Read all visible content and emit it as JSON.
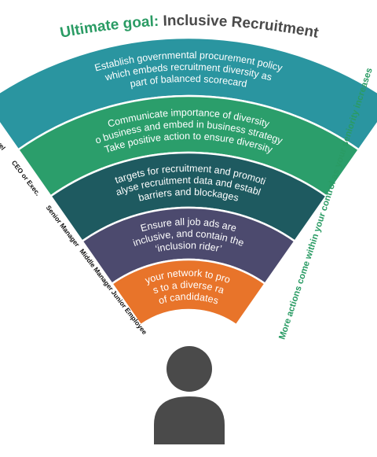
{
  "title": {
    "prefix": "Ultimate goal: ",
    "main": "Inclusive Recruitment",
    "prefix_color": "#2a9b64",
    "main_color": "#4a4a4a"
  },
  "levels": [
    {
      "label": "National level",
      "lines": [
        "Establish governmental procurement policy",
        "which embeds recruitment diversity as",
        "part of balanced scorecard"
      ],
      "color": "#2a95a0"
    },
    {
      "label": "CEO or Exec.",
      "lines": [
        "Communicate importance of diversity",
        "to business and embed in business strategy.",
        "Take positive action to ensure diversity"
      ],
      "color": "#2b9e6b"
    },
    {
      "label": "Senior Manager",
      "lines": [
        "Set targets for recruitment and promotion.",
        "Analyse recruitment data and establish",
        "barriers and blockages"
      ],
      "color": "#1e5a60"
    },
    {
      "label": "Middle Manager",
      "lines": [
        "Ensure all job ads are",
        "inclusive, and contain the",
        "‘inclusion rider’"
      ],
      "color": "#4c4a6e"
    },
    {
      "label": "Junior Employee",
      "lines": [
        "Use your network to promote",
        "roles to a diverse range",
        "of candidates"
      ],
      "color": "#e8742a"
    }
  ],
  "side_note": {
    "text": "More actions come within your control as your seniority increases",
    "color": "#2a9b64"
  },
  "person": {
    "icon": "person-icon",
    "color": "#4a4a4a"
  }
}
